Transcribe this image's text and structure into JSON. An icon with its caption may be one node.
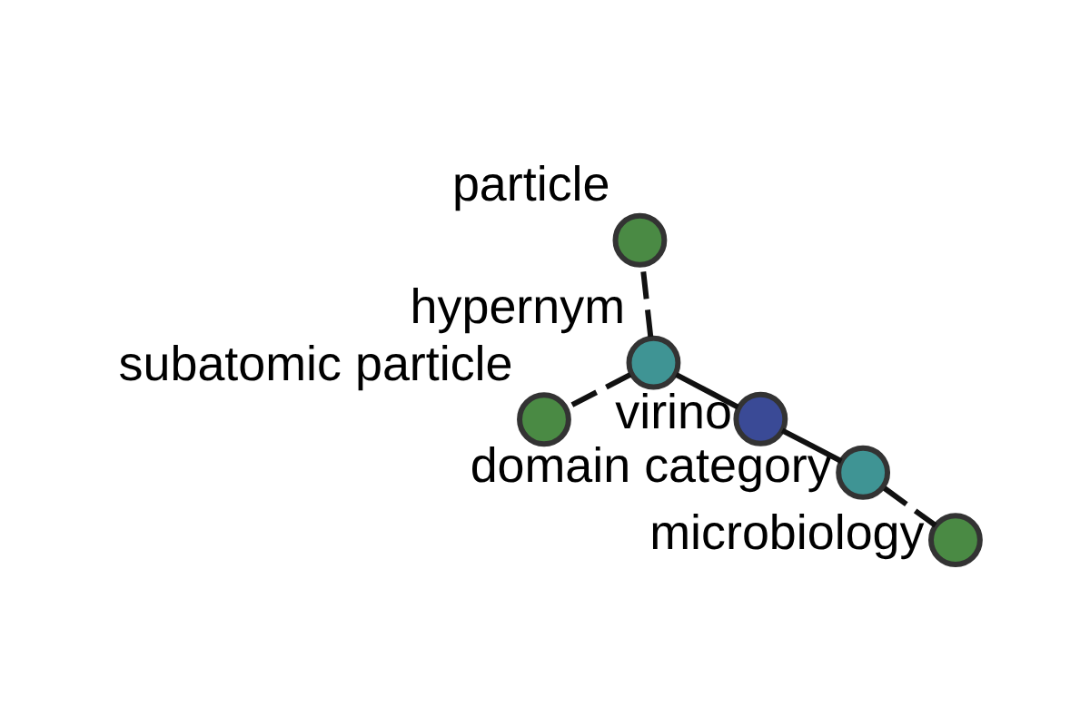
{
  "diagram": {
    "nodes": [
      {
        "text": [
          "microbiology"
        ]
      },
      {
        "text": [
          "domain category"
        ]
      },
      {
        "text": [
          "subatomic particle"
        ]
      },
      {
        "text": [
          "hypernym"
        ]
      },
      {
        "text": [
          "virino"
        ]
      },
      {
        "text": [
          "particle"
        ]
      }
    ],
    "edges": [
      {
        "from": 1,
        "to": 0,
        "arrow": "none",
        "style": "dashed"
      },
      {
        "from": 3,
        "to": 2,
        "arrow": "none",
        "style": "dashed"
      },
      {
        "from": 3,
        "to": 5,
        "arrow": "none",
        "style": "dashed"
      },
      {
        "from": 3,
        "to": 4,
        "arrow": "none"
      },
      {
        "from": 4,
        "to": 1,
        "arrow": "none"
      }
    ]
  }
}
